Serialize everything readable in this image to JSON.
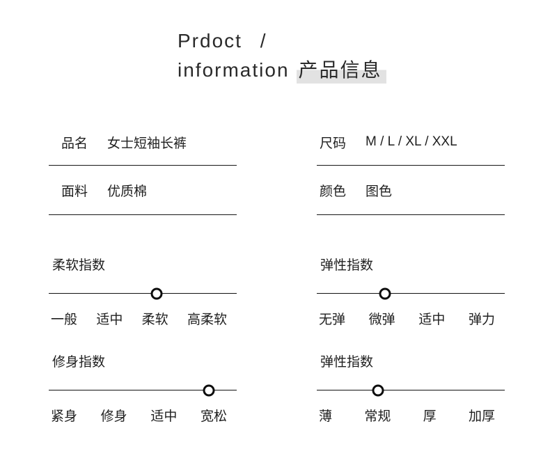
{
  "title": {
    "line1": "Prdoct /",
    "line2_en": "information",
    "line2_zh": "产品信息"
  },
  "colors": {
    "text": "#1f1f1f",
    "line": "#161616",
    "highlight": "#e2e2e2",
    "background": "#ffffff"
  },
  "columns": {
    "left": {
      "fields": [
        {
          "label": "品名",
          "value": "女士短袖长裤"
        },
        {
          "label": "面料",
          "value": "优质棉"
        }
      ],
      "sliders": [
        {
          "label": "柔软指数",
          "selected": "柔软",
          "marker_percent": 57.4,
          "scale": [
            "一般",
            "适中",
            "柔软",
            "高柔软"
          ]
        },
        {
          "label": "修身指数",
          "selected": "宽松",
          "marker_percent": 85.2,
          "scale": [
            "紧身",
            "修身",
            "适中",
            "宽松"
          ]
        }
      ]
    },
    "right": {
      "fields": [
        {
          "label": "尺码",
          "value": "M / L / XL / XXL"
        },
        {
          "label": "颜色",
          "value": "图色"
        }
      ],
      "sliders": [
        {
          "label": "弹性指数",
          "selected": "微弹",
          "marker_percent": 36.3,
          "scale": [
            "无弹",
            "微弹",
            "适中",
            "弹力"
          ]
        },
        {
          "label": "弹性指数",
          "selected": "常规",
          "marker_percent": 32.6,
          "scale": [
            "薄",
            "常规",
            "厚",
            "加厚"
          ]
        }
      ]
    }
  }
}
